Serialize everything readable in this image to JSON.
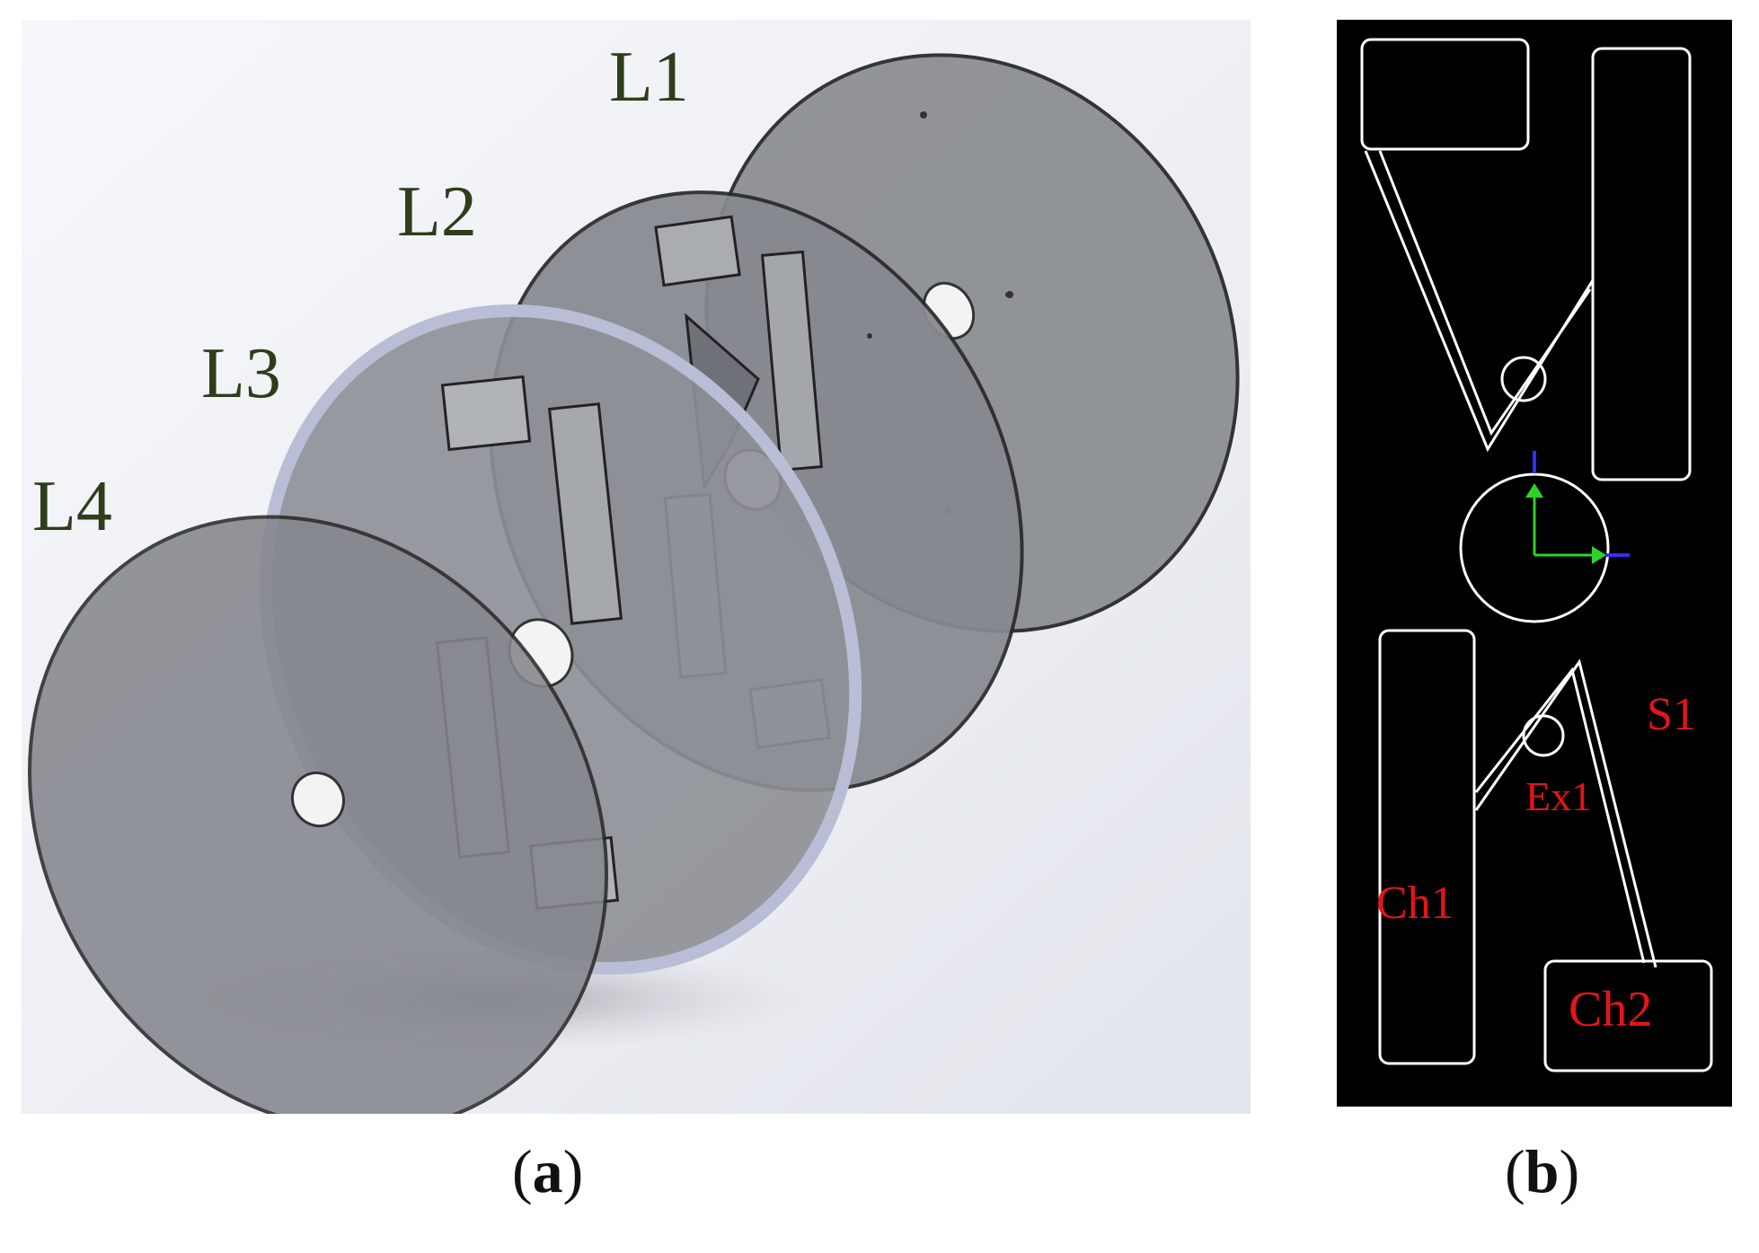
{
  "panel_a": {
    "layers": [
      {
        "id": "L1",
        "label": "L1"
      },
      {
        "id": "L2",
        "label": "L2"
      },
      {
        "id": "L3",
        "label": "L3"
      },
      {
        "id": "L4",
        "label": "L4"
      }
    ],
    "caption_open": "(",
    "caption_letter": "a",
    "caption_close": ")"
  },
  "panel_b": {
    "labels": {
      "s1": "S1",
      "ex1": "Ex1",
      "ch1": "Ch1",
      "ch2": "Ch2"
    },
    "caption_open": "(",
    "caption_letter": "b",
    "caption_close": ")"
  },
  "colors": {
    "disc_fill": "#8a8d92",
    "disc_edge": "#2a2a2a",
    "background_gradient_start": "#f2f4f8",
    "panel_b_bg": "#000000",
    "outline": "#ffffff",
    "label_red": "#e4141a",
    "layer_label": "#2e3d1c"
  }
}
